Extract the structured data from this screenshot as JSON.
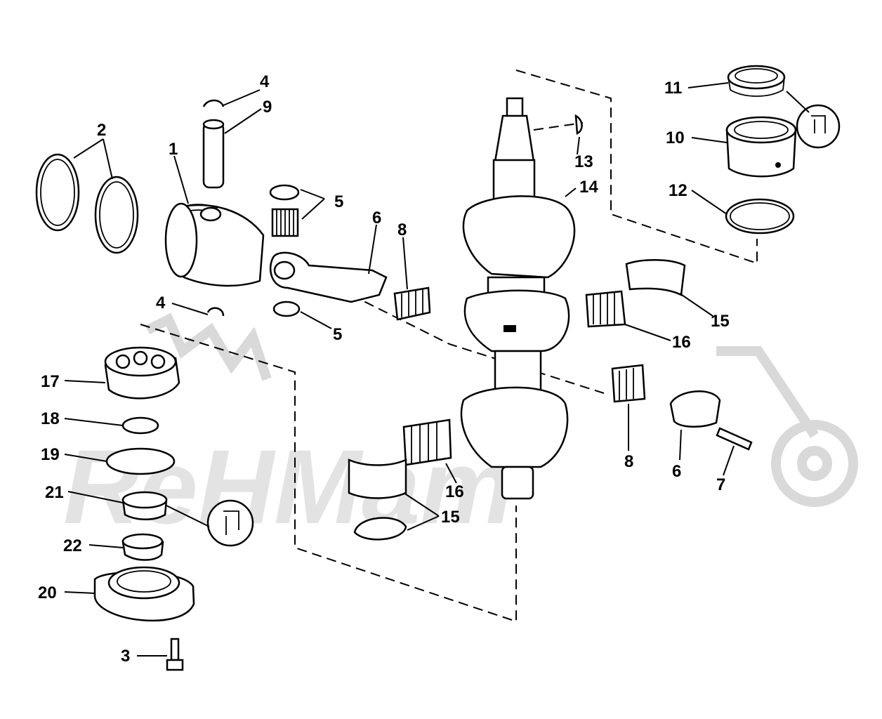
{
  "watermark": {
    "text": "ReHMam"
  },
  "callouts": [
    "1",
    "2",
    "3",
    "4",
    "5",
    "6",
    "7",
    "8",
    "9",
    "10",
    "11",
    "12",
    "13",
    "14",
    "15",
    "16",
    "17",
    "18",
    "19",
    "20",
    "21",
    "22"
  ]
}
